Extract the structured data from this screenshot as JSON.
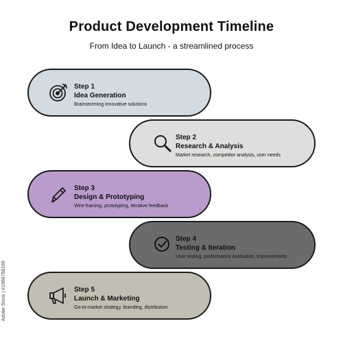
{
  "title": "Product Development Timeline",
  "subtitle": "From Idea to Launch - a streamlined process",
  "steps": [
    {
      "step": "Step 1",
      "name": "Idea Generation",
      "desc": "Brainstorming innovative solutions",
      "color": "#d2dbe2",
      "icon": "target-icon"
    },
    {
      "step": "Step 2",
      "name": "Research & Analysis",
      "desc": "Market research, competitor analysis, user needs",
      "color": "#dcdfdb",
      "icon": "magnifier-icon"
    },
    {
      "step": "Step 3",
      "name": "Design & Prototyping",
      "desc": "Wire-framing, prototyping, iterative feedback",
      "color": "#b99ccb",
      "icon": "pencil-icon"
    },
    {
      "step": "Step 4",
      "name": "Testing & Iteration",
      "desc": "User testing, performance evaluation, improvements",
      "color": "#6a6c6a",
      "icon": "checkmark-circle-icon"
    },
    {
      "step": "Step 5",
      "name": "Launch & Marketing",
      "desc": "Go-to-market strategy, branding, distribution",
      "color": "#c2bfb2",
      "icon": "megaphone-icon"
    }
  ],
  "watermark": "Adobe Stock | #1968758169"
}
